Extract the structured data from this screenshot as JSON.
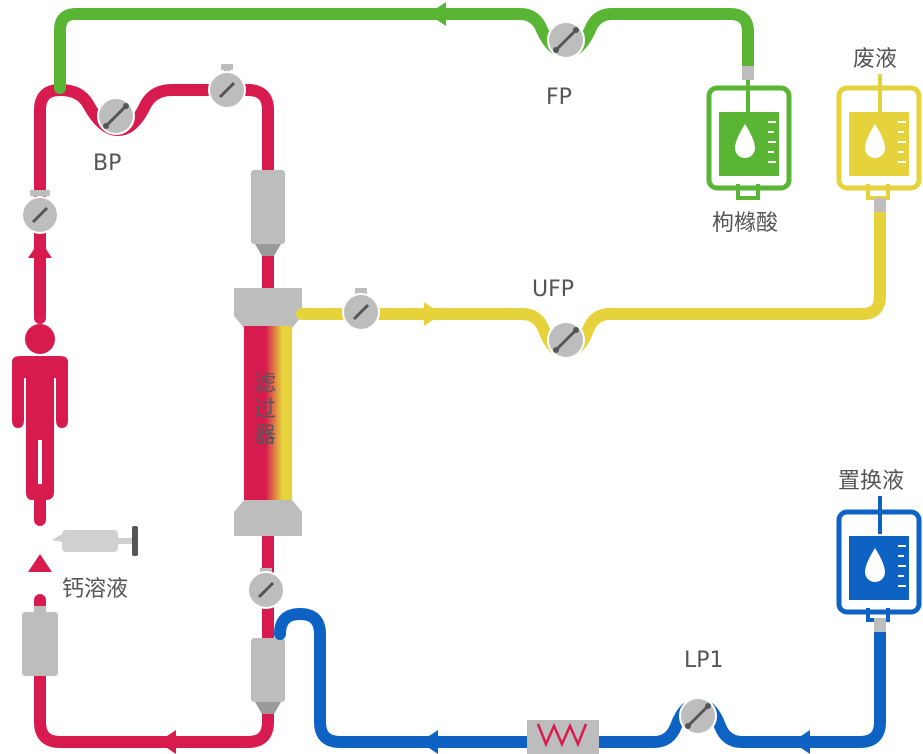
{
  "labels": {
    "fp": "FP",
    "bp": "BP",
    "ufp": "UFP",
    "lp1": "LP1",
    "filter": "滤过器",
    "citrate": "枸橼酸",
    "waste": "废液",
    "replacement": "置换液",
    "calcium": "钙溶液"
  },
  "colors": {
    "blood": "#d81b4f",
    "citrate": "#5bb535",
    "waste": "#e6d33c",
    "replacement": "#0e62c4",
    "device": "#bdbdbd",
    "text": "#555555"
  },
  "icons": [
    "person-icon",
    "syringe-icon",
    "drop-icon",
    "heater-icon",
    "flow-arrow-icon",
    "pressure-gauge-icon",
    "pump-icon"
  ]
}
